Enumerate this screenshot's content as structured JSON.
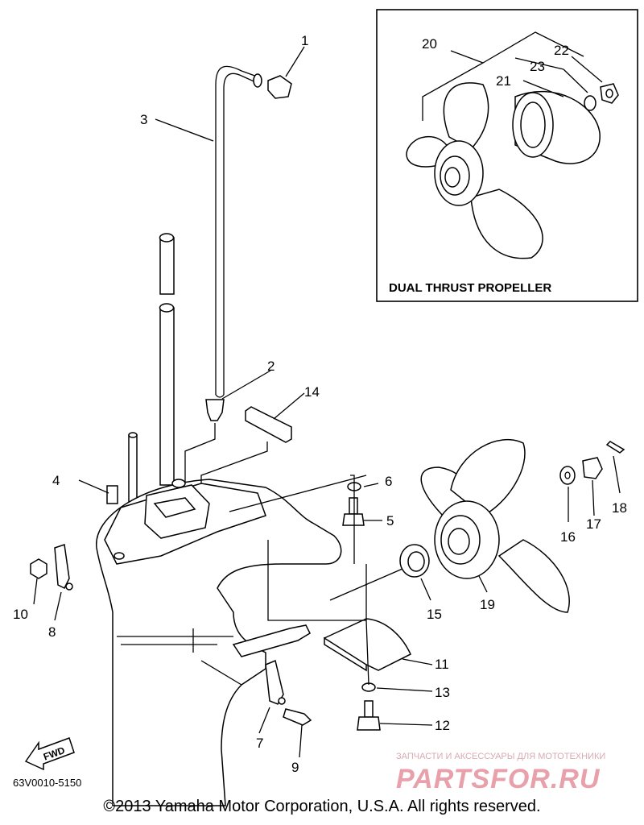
{
  "diagram": {
    "inset_title": "DUAL THRUST PROPELLER",
    "part_code": "63V0010-5150",
    "fwd_label": "FWD",
    "callouts": [
      "1",
      "2",
      "3",
      "4",
      "5",
      "6",
      "7",
      "8",
      "9",
      "10",
      "11",
      "12",
      "13",
      "14",
      "15",
      "16",
      "17",
      "18",
      "19",
      "20",
      "21",
      "22",
      "23"
    ]
  },
  "watermark": {
    "top": "ЗАПЧАСТИ И АКСЕССУАРЫ ДЛЯ МОТОТЕХНИКИ",
    "brand": "PARTSFOR.RU"
  },
  "footer": {
    "copyright": "©2013 Yamaha Motor Corporation, U.S.A. All rights reserved."
  }
}
